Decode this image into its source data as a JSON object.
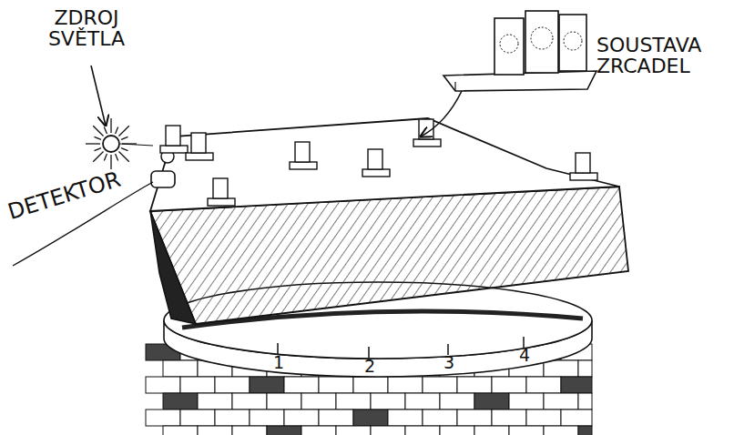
{
  "diagram": {
    "labels": [
      "ZDROJ SVĚTLA",
      "DETEKTOR",
      "SOUSTAVA ZRCADEL",
      "1",
      "2",
      "3",
      "4"
    ]
  }
}
